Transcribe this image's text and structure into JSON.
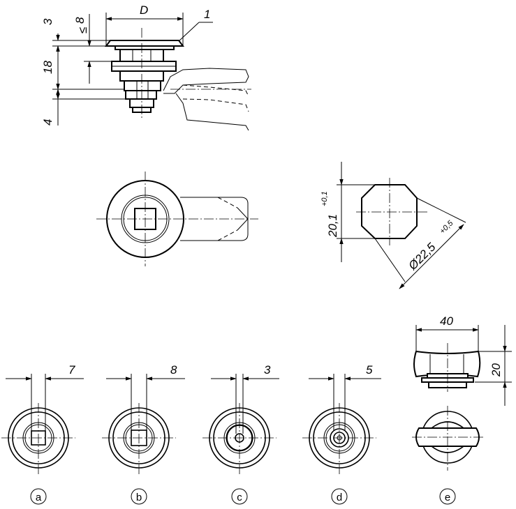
{
  "side_view": {
    "dim_diameter": "D",
    "dim_top_height": "3",
    "dim_grip": "8",
    "dim_grip_prefix": "≤",
    "dim_body_height": "18",
    "dim_tail": "4",
    "callout": "1"
  },
  "square_profile": {
    "dim_flat": "20,1",
    "dim_flat_tol": "+0,1",
    "dim_diag": "Ø22,5",
    "dim_diag_tol": "+0,5"
  },
  "variants": [
    {
      "label": "a",
      "dim": "7"
    },
    {
      "label": "b",
      "dim": "8"
    },
    {
      "label": "c",
      "dim": "3"
    },
    {
      "label": "d",
      "dim": "5"
    },
    {
      "label": "e",
      "dim_width": "40",
      "dim_height": "20"
    }
  ]
}
